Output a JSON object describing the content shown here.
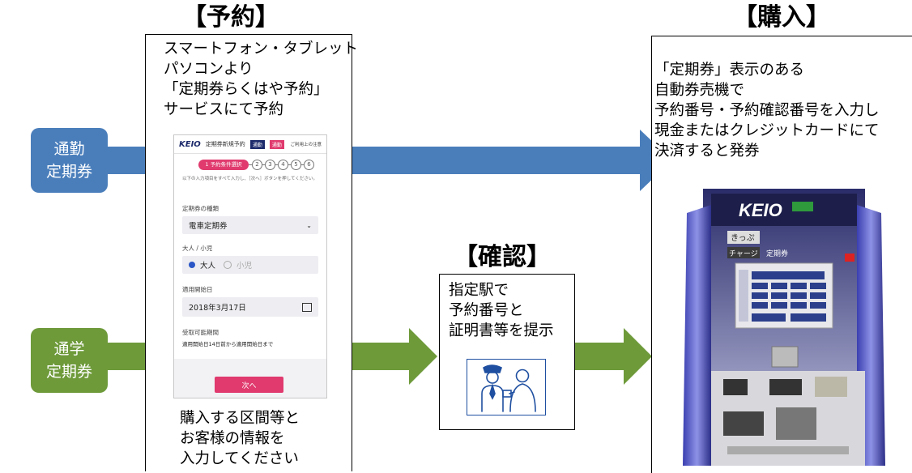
{
  "sections": {
    "reserve": {
      "heading": "【予約】",
      "lines": [
        "スマートフォン・タブレット",
        "パソコンより",
        "「定期券らくはや予約」",
        "サービスにて予約"
      ],
      "bottom_lines": [
        "購入する区間等と",
        "お客様の情報を",
        "入力してください"
      ]
    },
    "confirm": {
      "heading": "【確認】",
      "lines": [
        "指定駅で",
        "予約番号と",
        "証明書等を提示"
      ]
    },
    "purchase": {
      "heading": "【購入】",
      "lines": [
        "「定期券」表示のある",
        "自動券売機で",
        "予約番号・予約確認番号を入力し",
        "現金またはクレジットカードにて",
        "決済すると発券"
      ]
    }
  },
  "pass_types": {
    "commute": {
      "lines": [
        "通勤",
        "定期券"
      ],
      "color": "#4a7ebb"
    },
    "school": {
      "lines": [
        "通学",
        "定期券"
      ],
      "color": "#6e9a3a"
    }
  },
  "phone": {
    "logo": "KEIO",
    "header_title": "定期券新規予約",
    "badge1": "通勤",
    "badge2": "通勤",
    "header_right": "ご利用上の注意",
    "step1_label": "1 予約条件選択",
    "steps": [
      "2",
      "3",
      "4",
      "5",
      "6"
    ],
    "instruction": "以下の入力項目をすべて入力し、［次へ］ボタンを押してください。",
    "type_label": "定期券の種類",
    "type_value": "電車定期券",
    "age_label": "大人 / 小児",
    "option_adult": "大人",
    "option_child": "小児",
    "start_label": "適用開始日",
    "start_value": "2018年3月17日",
    "period_label": "受取可能期間",
    "period_value": "適用開始日14日前から適用開始日まで",
    "next_button": "次へ"
  },
  "machine": {
    "logo": "KEIO",
    "screen_button1": "きっぷ",
    "screen_button2": "チャージ",
    "screen_button3": "定期券"
  }
}
